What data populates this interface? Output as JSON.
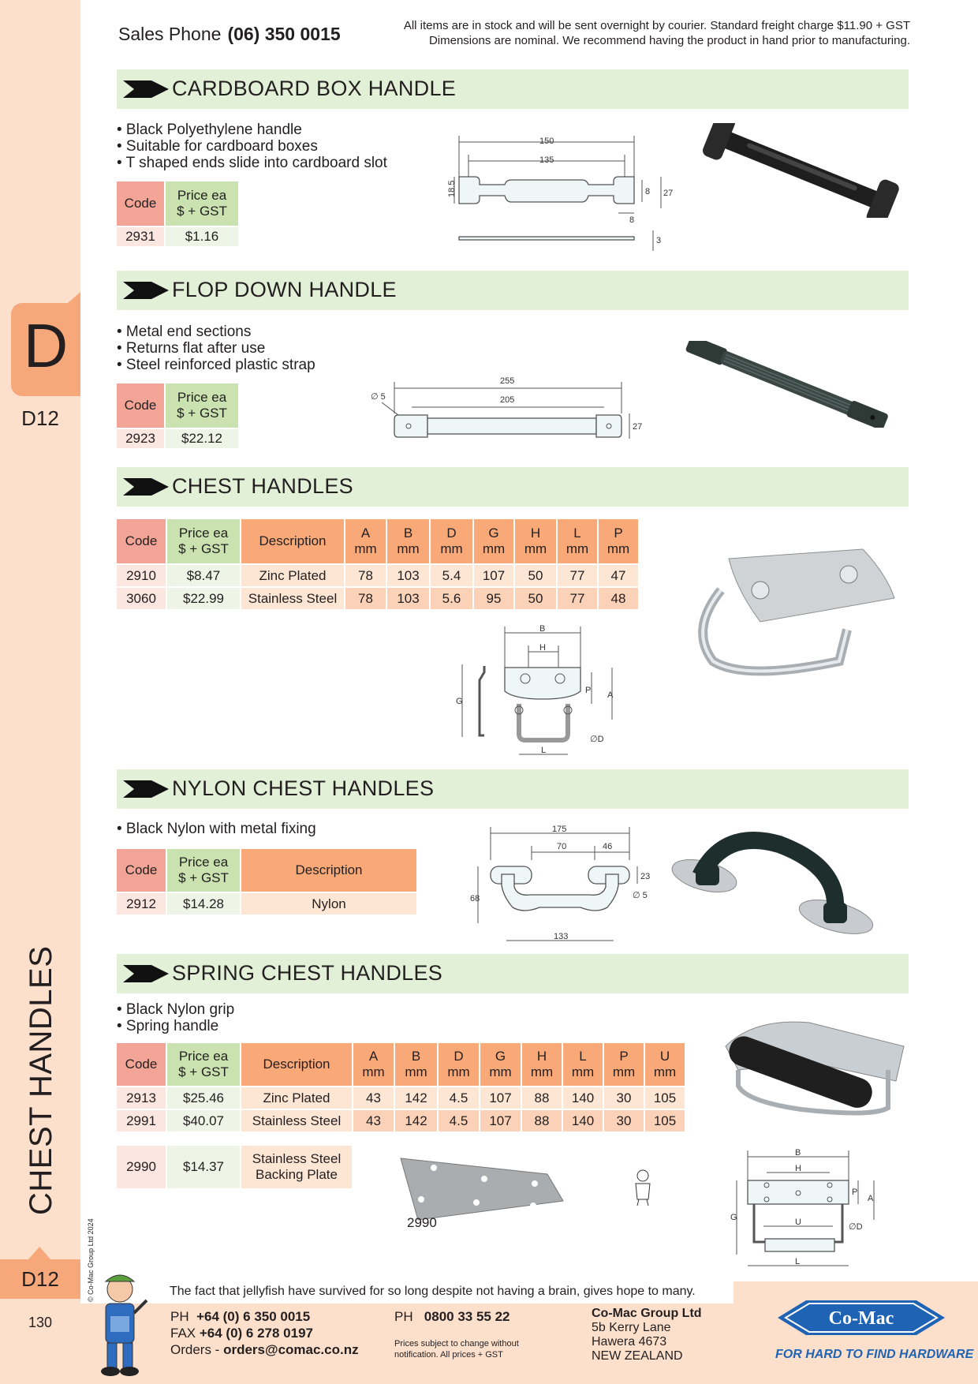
{
  "header": {
    "sales_label": "Sales Phone",
    "sales_phone": "(06) 350 0015",
    "notice_line1": "All items are in stock and will be sent overnight by courier. Standard freight charge $11.90 + GST",
    "notice_line2": "Dimensions are nominal. We recommend having the product in hand prior to manufacturing."
  },
  "sidebar": {
    "tab_letter": "D",
    "ref_top": "D12",
    "vertical_title": "CHEST HANDLES",
    "copyright": "© Co-Mac Group Ltd 2024",
    "ref_bottom": "D12",
    "page_number": "130"
  },
  "colors": {
    "sidebar": "#fde0cc",
    "tab": "#f7a87a",
    "banner": "#e3f0d8",
    "code_header": "#f2a596",
    "price_header": "#c9e2af",
    "desc_header": "#f9a877",
    "brand_blue": "#1f63b5"
  },
  "sections": {
    "cardboard": {
      "title": "CARDBOARD BOX HANDLE",
      "bullets": [
        "• Black Polyethylene handle",
        "• Suitable for cardboard boxes",
        "• T shaped ends slide into cardboard slot"
      ],
      "headers": {
        "code": "Code",
        "price1": "Price ea",
        "price2": "$ + GST"
      },
      "rows": [
        {
          "code": "2931",
          "price": "$1.16"
        }
      ],
      "dims": {
        "overall": "150",
        "inner": "135",
        "end_height": "18.5",
        "grip": "8",
        "height": "27",
        "end_width": "8",
        "thickness": "3"
      }
    },
    "flopdown": {
      "title": "FLOP DOWN HANDLE",
      "bullets": [
        "• Metal end sections",
        "• Returns flat after use",
        "• Steel reinforced plastic strap"
      ],
      "headers": {
        "code": "Code",
        "price1": "Price ea",
        "price2": "$ + GST"
      },
      "rows": [
        {
          "code": "2923",
          "price": "$22.12"
        }
      ],
      "dims": {
        "hole": "∅ 5",
        "overall": "255",
        "inner": "205",
        "height": "27"
      }
    },
    "chest": {
      "title": "CHEST HANDLES",
      "headers": {
        "code": "Code",
        "price1": "Price ea",
        "price2": "$ + GST",
        "desc": "Description",
        "unit": "mm",
        "cols": [
          "A",
          "B",
          "D",
          "G",
          "H",
          "L",
          "P"
        ]
      },
      "rows": [
        {
          "code": "2910",
          "price": "$8.47",
          "desc": "Zinc Plated",
          "vals": [
            "78",
            "103",
            "5.4",
            "107",
            "50",
            "77",
            "47"
          ]
        },
        {
          "code": "3060",
          "price": "$22.99",
          "desc": "Stainless Steel",
          "vals": [
            "78",
            "103",
            "5.6",
            "95",
            "50",
            "77",
            "48"
          ]
        }
      ],
      "dims": {
        "b": "B",
        "h": "H",
        "g": "G",
        "p": "P",
        "a": "A",
        "d": "∅D",
        "l": "L"
      }
    },
    "nylon": {
      "title": "NYLON CHEST HANDLES",
      "bullets": [
        "• Black Nylon with metal fixing"
      ],
      "headers": {
        "code": "Code",
        "price1": "Price ea",
        "price2": "$ + GST",
        "desc": "Description"
      },
      "rows": [
        {
          "code": "2912",
          "price": "$14.28",
          "desc": "Nylon"
        }
      ],
      "dims": {
        "overall": "175",
        "inner": "70",
        "end": "46",
        "height": "68",
        "depth": "23",
        "hole": "∅ 5",
        "bottom": "133"
      }
    },
    "spring": {
      "title": "SPRING CHEST HANDLES",
      "bullets": [
        "• Black Nylon grip",
        "• Spring handle"
      ],
      "headers": {
        "code": "Code",
        "price1": "Price ea",
        "price2": "$ + GST",
        "desc": "Description",
        "unit": "mm",
        "cols": [
          "A",
          "B",
          "D",
          "G",
          "H",
          "L",
          "P",
          "U"
        ]
      },
      "rows": [
        {
          "code": "2913",
          "price": "$25.46",
          "desc": "Zinc Plated",
          "vals": [
            "43",
            "142",
            "4.5",
            "107",
            "88",
            "140",
            "30",
            "105"
          ]
        },
        {
          "code": "2991",
          "price": "$40.07",
          "desc": "Stainless Steel",
          "vals": [
            "43",
            "142",
            "4.5",
            "107",
            "88",
            "140",
            "30",
            "105"
          ]
        }
      ],
      "backing": {
        "code": "2990",
        "price": "$14.37",
        "desc1": "Stainless Steel",
        "desc2": "Backing Plate"
      },
      "plate_label": "2990",
      "dims": {
        "b": "B",
        "h": "H",
        "p": "P",
        "a": "A",
        "g": "G",
        "u": "U",
        "d": "∅D",
        "l": "L"
      }
    }
  },
  "footer": {
    "fact": "The fact that jellyfish have survived for so long despite not having a brain, gives hope to many.",
    "ph_label": "PH",
    "ph": "+64 (0) 6 350 0015",
    "fax_label": "FAX",
    "fax": "+64 (0) 6 278 0197",
    "orders_label": "Orders -",
    "orders": "orders@comac.co.nz",
    "ph2_label": "PH",
    "ph2": "0800 33 55 22",
    "note": "Prices subject to change without notification. All prices + GST",
    "company": "Co-Mac Group Ltd",
    "addr1": "5b Kerry Lane",
    "addr2": "Hawera 4673",
    "addr3": "NEW ZEALAND",
    "logo_text": "Co-Mac",
    "tagline": "FOR HARD TO FIND HARDWARE"
  }
}
